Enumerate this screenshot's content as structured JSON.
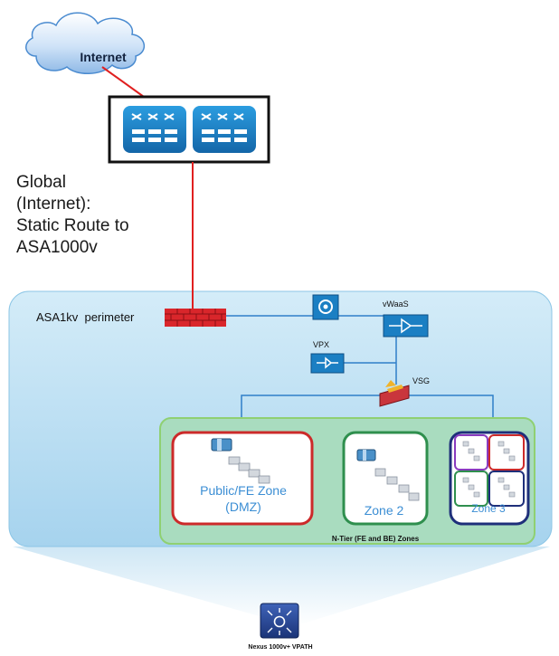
{
  "cloud": {
    "label": "Internet"
  },
  "annotation": {
    "lines": [
      "Global",
      "(Internet):",
      "Static Route to",
      "ASA1000v"
    ]
  },
  "perimeter": {
    "label": "ASA1kv  perimeter"
  },
  "devices": {
    "waas_label": "vWaaS",
    "vpx_label": "VPX",
    "vsg_label": "VSG"
  },
  "zones": {
    "zone1": {
      "line1": "Public/FE Zone",
      "line2": "(DMZ)"
    },
    "zone2": {
      "label": "Zone 2"
    },
    "zone3": {
      "label": "Zone 3"
    },
    "group_label": "N-Tier (FE and BE) Zones"
  },
  "nexus": {
    "label": "Nexus 1000v+ VPATH"
  },
  "colors": {
    "link_red": "#e02020",
    "link_blue": "#2f7fc8",
    "perimeter_fill": "#bfe1f4",
    "zone_group_fill": "#a9dcbf",
    "zone1_border": "#cc2a2a",
    "zone2_border": "#2f8f4e",
    "zone3_border": "#1e2f7a",
    "device_blue": "#1b7fc3",
    "nexus_navy": "#1f3d8a"
  }
}
